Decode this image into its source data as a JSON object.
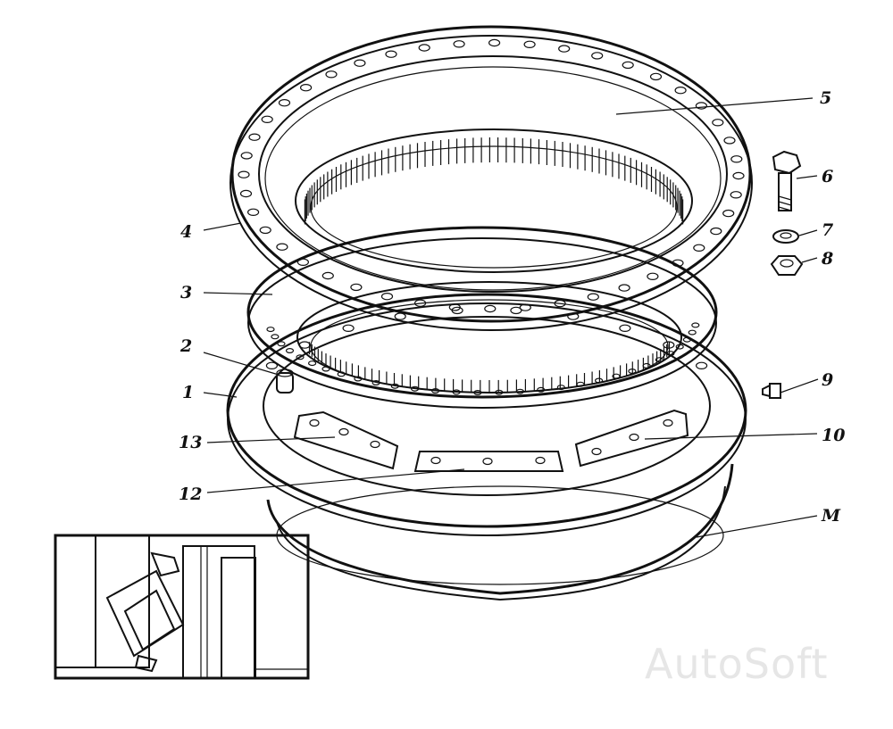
{
  "callouts": [
    {
      "id": "1",
      "text": "1"
    },
    {
      "id": "2",
      "text": "2"
    },
    {
      "id": "3",
      "text": "3"
    },
    {
      "id": "4",
      "text": "4"
    },
    {
      "id": "5",
      "text": "5"
    },
    {
      "id": "6",
      "text": "6"
    },
    {
      "id": "7",
      "text": "7"
    },
    {
      "id": "8",
      "text": "8"
    },
    {
      "id": "9",
      "text": "9"
    },
    {
      "id": "10",
      "text": "10"
    },
    {
      "id": "12",
      "text": "12"
    },
    {
      "id": "13",
      "text": "13"
    },
    {
      "id": "M",
      "text": "M"
    }
  ],
  "watermark": "AutoSoft",
  "colors": {
    "ink": "#111111",
    "paper": "#ffffff",
    "watermark": "#e6e6e6"
  }
}
